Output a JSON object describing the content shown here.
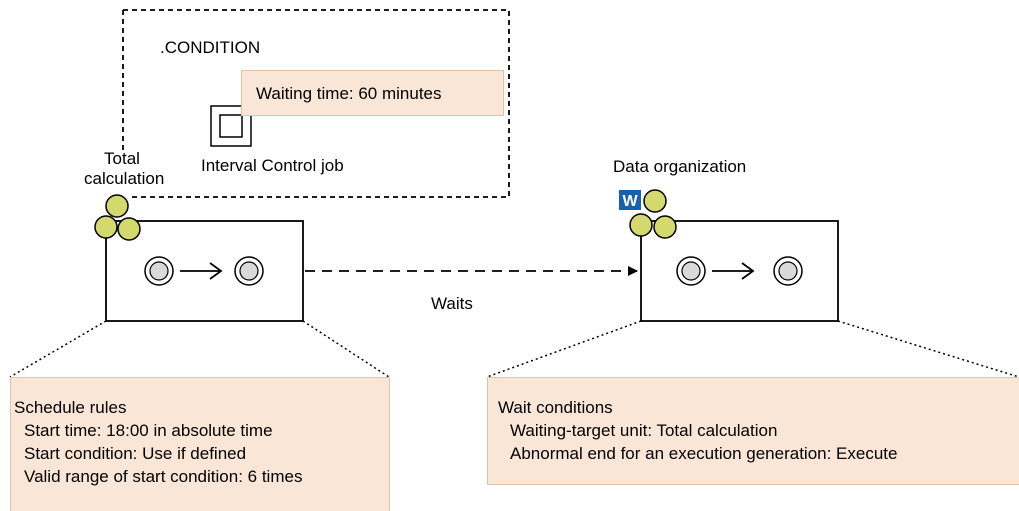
{
  "condition": {
    "title": ".CONDITION",
    "waiting_time": "Waiting time: 60 minutes",
    "job_label": "Interval Control job"
  },
  "left_jobnet": {
    "label_line1": "Total",
    "label_line2": "calculation"
  },
  "right_jobnet": {
    "label": "Data organization",
    "badge": "W"
  },
  "connector": {
    "label": "Waits"
  },
  "schedule_rules": {
    "title": "Schedule rules",
    "lines": [
      "Start time: 18:00 in absolute time",
      "Start condition: Use if defined",
      "Valid range of start condition: 6 times"
    ]
  },
  "wait_conditions": {
    "title": "Wait conditions",
    "lines": [
      "Waiting-target unit: Total calculation",
      "Abnormal end for an execution generation: Execute"
    ]
  },
  "colors": {
    "note_fill": "#fae6d6",
    "jobnet_icon": "#d4d96e",
    "badge": "#1560b0"
  }
}
